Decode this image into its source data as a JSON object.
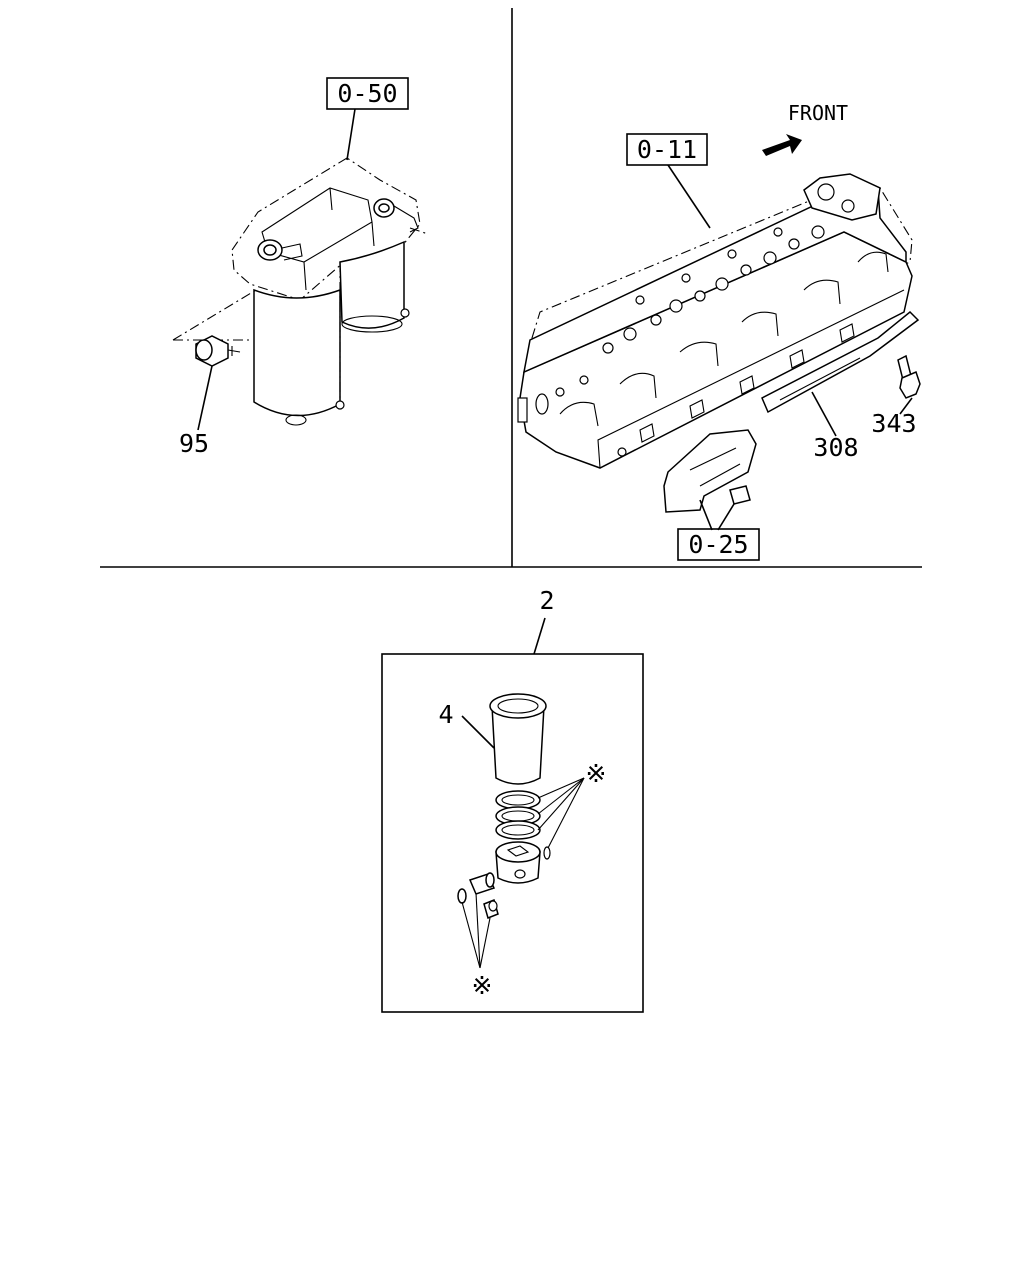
{
  "refs": {
    "filter_group": "0-50",
    "head_group": "0-11",
    "cover_group": "0-25"
  },
  "labels": {
    "front": "FRONT",
    "part_95": "95",
    "part_343": "343",
    "part_308": "308",
    "part_2": "2",
    "part_4": "4",
    "kit_mark_top": "※",
    "kit_mark_bottom": "※"
  }
}
